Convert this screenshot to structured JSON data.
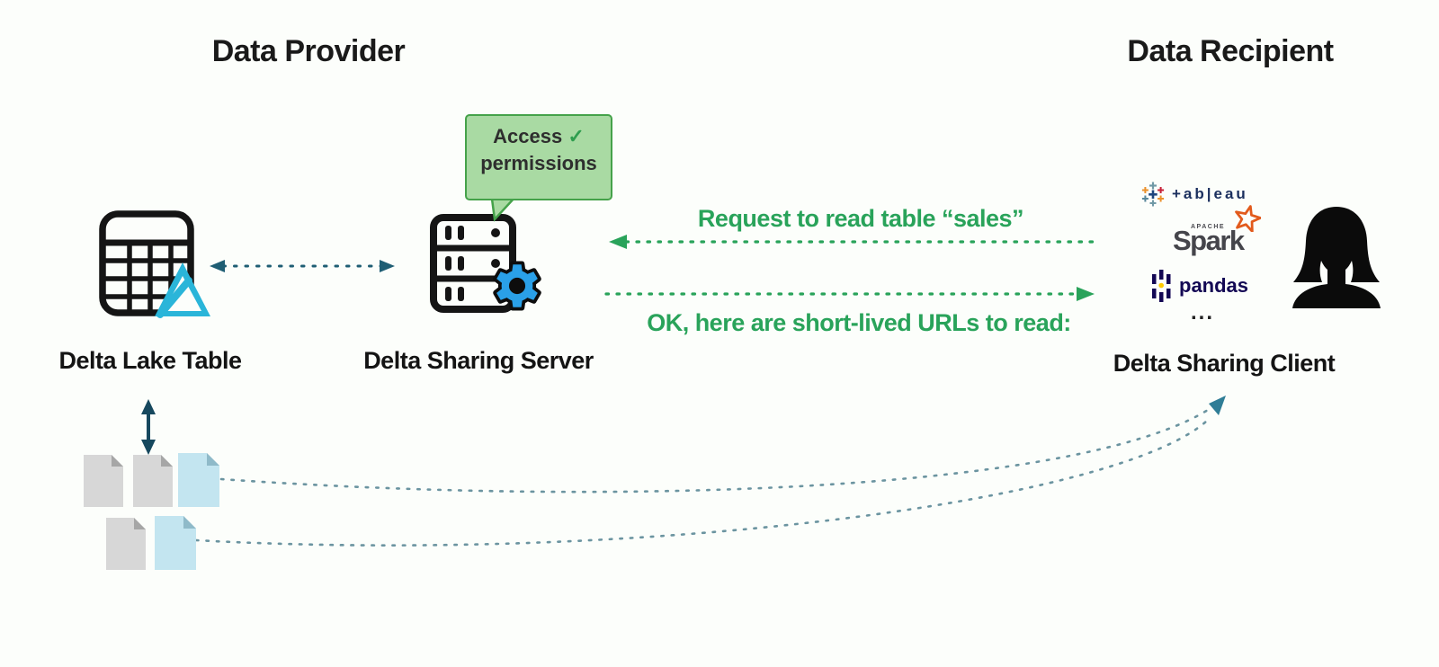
{
  "header": {
    "provider_title": "Data Provider",
    "recipient_title": "Data Recipient"
  },
  "bubble": {
    "line1_text": "Access",
    "check": "✓",
    "line2_text": "permissions",
    "fill": "#a9daa3",
    "border": "#45a24a"
  },
  "messages": {
    "request_label": "Request to read table “sales”",
    "response_label": "OK, here are short-lived URLs to read:",
    "color": "#29a35a"
  },
  "nodes": {
    "table_label": "Delta Lake Table",
    "server_label": "Delta Sharing Server",
    "client_label": "Delta Sharing Client"
  },
  "client_stack": {
    "tableau_text": "+ab|eau",
    "spark_apache": "APACHE",
    "spark_text": "Spark",
    "pandas_text": "pandas",
    "ellipsis": "..."
  },
  "colors": {
    "background": "#fcfefb",
    "message_green": "#29a35a",
    "delta_cyan": "#2ab5d9",
    "gear_blue": "#2aa0e8",
    "connector_teal": "#1f5e74",
    "sync_arrow_teal": "#16485e",
    "curve_dot_teal": "#6b94a0",
    "curve_arrowhead": "#2f7d96",
    "file_gray": "#d7d7d7",
    "file_gray_fold": "#a6a6a6",
    "file_blue": "#c3e5f0",
    "file_blue_fold": "#8fbac9",
    "icon_black": "#151515",
    "pandas_navy": "#130754",
    "tableau_navy": "#1b2f5e",
    "spark_orange": "#e25a1c"
  }
}
